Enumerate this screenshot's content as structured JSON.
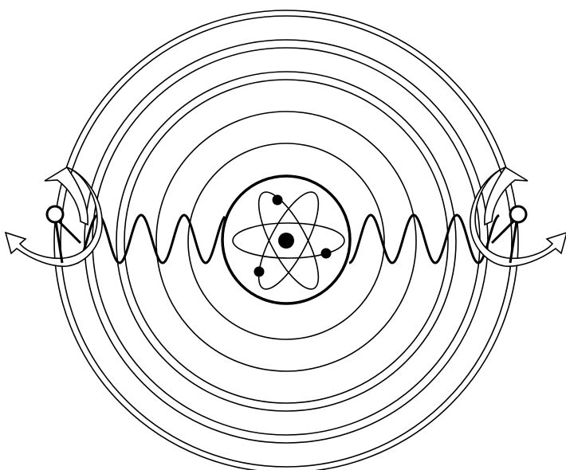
{
  "diagram": {
    "subject": "atom-emitting-waves",
    "colors": {
      "stroke": "#000000",
      "fill": "#ffffff"
    },
    "ring_count": 7,
    "electron_count": 3,
    "wave_count": 2,
    "arrow_count": 2
  }
}
